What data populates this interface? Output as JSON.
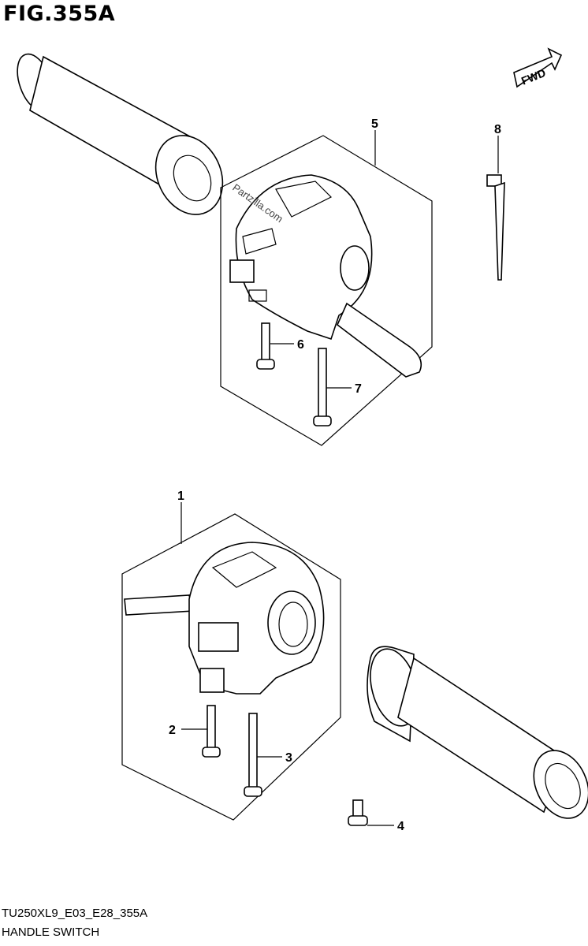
{
  "figure": {
    "title": "FIG.355A",
    "code": "TU250XL9_E03_E28_355A",
    "name": "HANDLE SWITCH",
    "watermark": "Partzilla.com",
    "fwd_label": "FWD"
  },
  "callouts": [
    "1",
    "2",
    "3",
    "4",
    "5",
    "6",
    "7",
    "8"
  ]
}
